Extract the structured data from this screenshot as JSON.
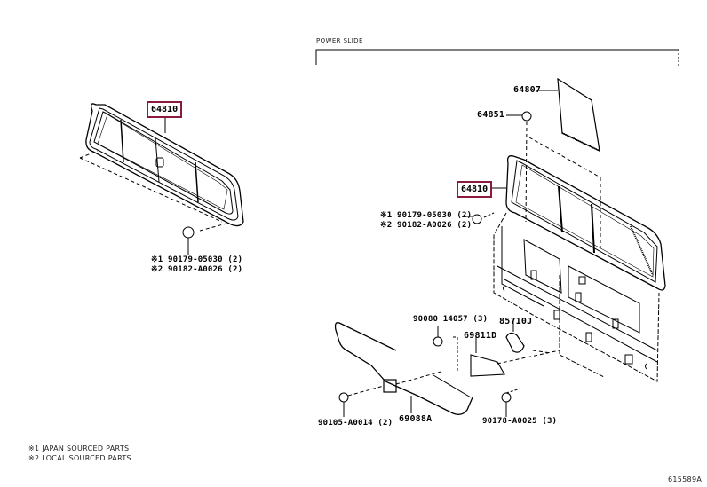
{
  "section": {
    "title": "POWER SLIDE"
  },
  "highlight_color": "#8b1a3c",
  "left_assembly": {
    "callout": "64810",
    "fasteners": [
      "※1 90179-05030 (2)",
      "※2 90182-A0026 (2)"
    ]
  },
  "right_assembly": {
    "callout": "64810",
    "parts": {
      "p64807": "64807",
      "p64851": "64851",
      "p90080": "90080  14057 (3)",
      "p85710J": "85710J",
      "p69811D": "69811D",
      "p90105": "90105-A0014 (2)",
      "p69088A": "69088A",
      "p90178": "90178-A0025 (3)"
    },
    "fasteners": [
      "※1 90179-05030 (2)",
      "※2 90182-A0026 (2)"
    ]
  },
  "legend": [
    "※1 JAPAN SOURCED PARTS",
    "※2 LOCAL SOURCED PARTS"
  ],
  "figure_id": "615589A"
}
